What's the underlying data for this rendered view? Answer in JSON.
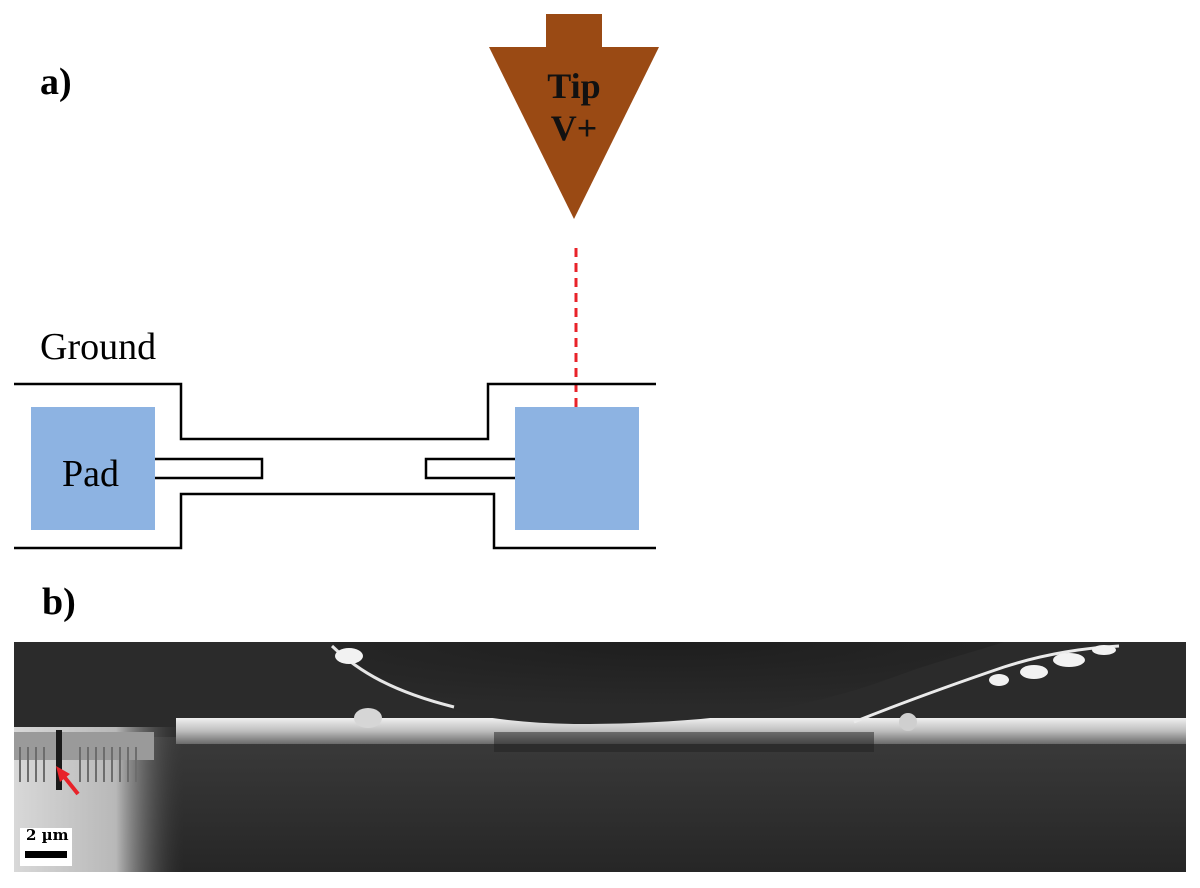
{
  "panels": {
    "a_label": "a)",
    "b_label": "b)"
  },
  "tip": {
    "line1": "Tip",
    "line2": "V+",
    "color": "#9a4a14"
  },
  "labels": {
    "ground": "Ground",
    "pad": "Pad"
  },
  "pad_color": "#8db3e2",
  "arrow_color": "#e8232a",
  "sem_image": {
    "scale_bar": "2 µm"
  }
}
